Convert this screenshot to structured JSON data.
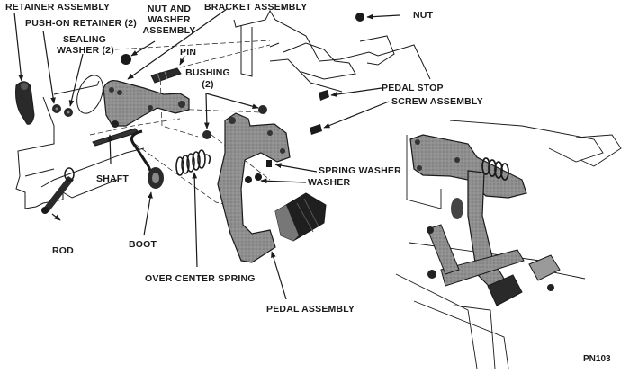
{
  "diagram": {
    "title": "Clutch pedal assembly exploded view",
    "figure_code": "PN103",
    "colors": {
      "line": "#1a1a1a",
      "part_fill": "#8c8c8c",
      "part_dark": "#2a2a2a",
      "background": "#ffffff"
    },
    "labels": {
      "retainer_assembly": "RETAINER ASSEMBLY",
      "push_on_retainer": "PUSH-ON RETAINER (2)",
      "sealing_washer_1": "SEALING",
      "sealing_washer_2": "WASHER (2)",
      "nut_and_washer_1": "NUT AND",
      "nut_and_washer_2": "WASHER",
      "nut_and_washer_3": "ASSEMBLY",
      "bracket_assembly": "BRACKET ASSEMBLY",
      "nut": "NUT",
      "pin": "PIN",
      "bushing_1": "BUSHING",
      "bushing_2": "(2)",
      "pedal_stop": "PEDAL STOP",
      "screw_assembly": "SCREW ASSEMBLY",
      "spring_washer": "SPRING WASHER",
      "washer": "WASHER",
      "shaft": "SHAFT",
      "rod": "ROD",
      "boot": "BOOT",
      "over_center_spring": "OVER CENTER SPRING",
      "pedal_assembly": "PEDAL ASSEMBLY"
    }
  }
}
